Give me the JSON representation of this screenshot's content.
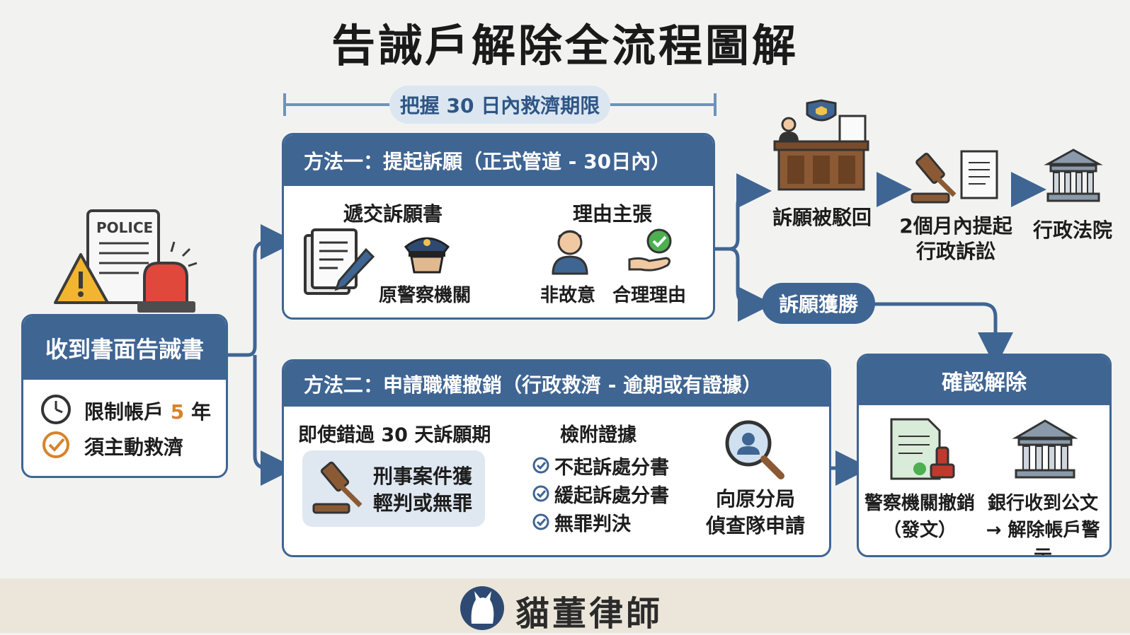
{
  "title": "告誡戶解除全流程圖解",
  "deadline": "把握 30 日內救濟期限",
  "receive": {
    "heading": "收到書面告誡書",
    "police_label": "POLICE",
    "item1_text": "限制帳戶",
    "item1_num": "5",
    "item1_unit": "年",
    "item2_text": "須主動救濟"
  },
  "method1": {
    "heading": "方法一：提起訴願（正式管道 - 30日內）",
    "step1_title": "遞交訴願書",
    "step1_caption": "原警察機關",
    "step2_title": "理由主張",
    "reason1": "非故意",
    "reason2": "合理理由"
  },
  "appeal": {
    "rejected": "訴願被駁回",
    "litigation": "2個月內提起\n行政訴訟",
    "court": "行政法院",
    "won": "訴願獲勝"
  },
  "method2": {
    "heading": "方法二：申請職權撤銷（行政救濟 - 逾期或有證據）",
    "subtitle": "即使錯過 30 天訴願期",
    "case_text": "刑事案件獲\n輕判或無罪",
    "evidence_title": "檢附證據",
    "evidence": [
      "不起訴處分書",
      "緩起訴處分書",
      "無罪判決"
    ],
    "apply": "向原分局\n偵查隊申請"
  },
  "confirm": {
    "heading": "確認解除",
    "left": "警察機關撤銷\n（發文）",
    "right": "銀行收到公文\n→ 解除帳戶警示"
  },
  "footer": {
    "brand": "貓董律師"
  },
  "colors": {
    "primary": "#3f6593",
    "accent_orange": "#d9822b",
    "footer_bg": "#ece6da"
  }
}
